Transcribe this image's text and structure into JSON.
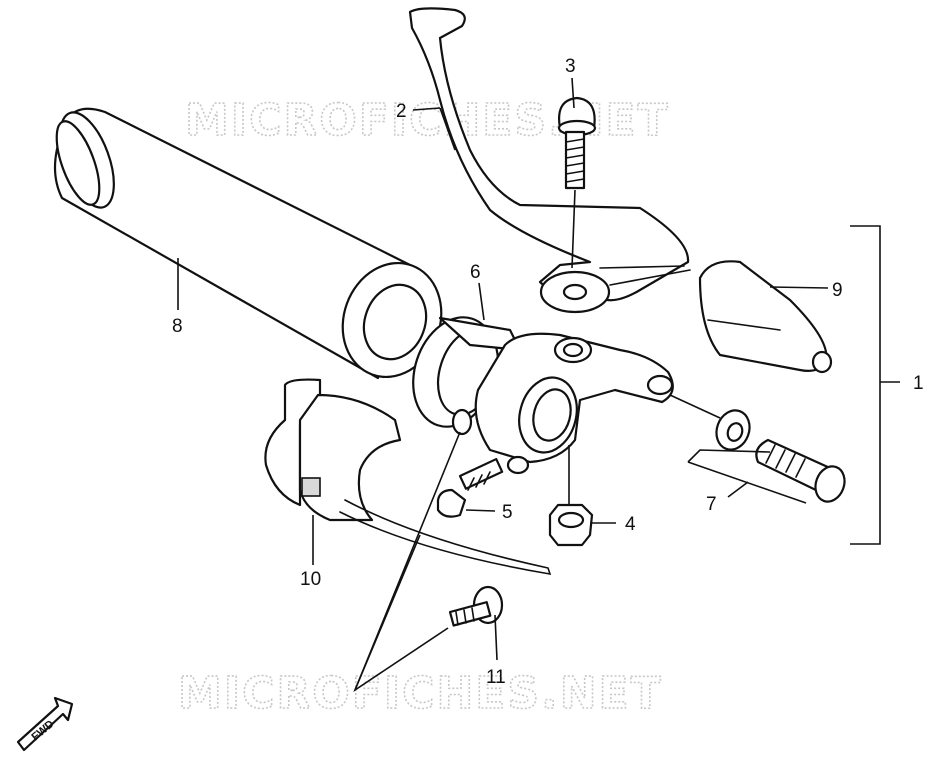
{
  "watermark": "MICROFICHES.NET",
  "fwd_label": "FWD",
  "callouts": [
    "1",
    "2",
    "3",
    "4",
    "5",
    "6",
    "7",
    "8",
    "9",
    "10",
    "11"
  ]
}
